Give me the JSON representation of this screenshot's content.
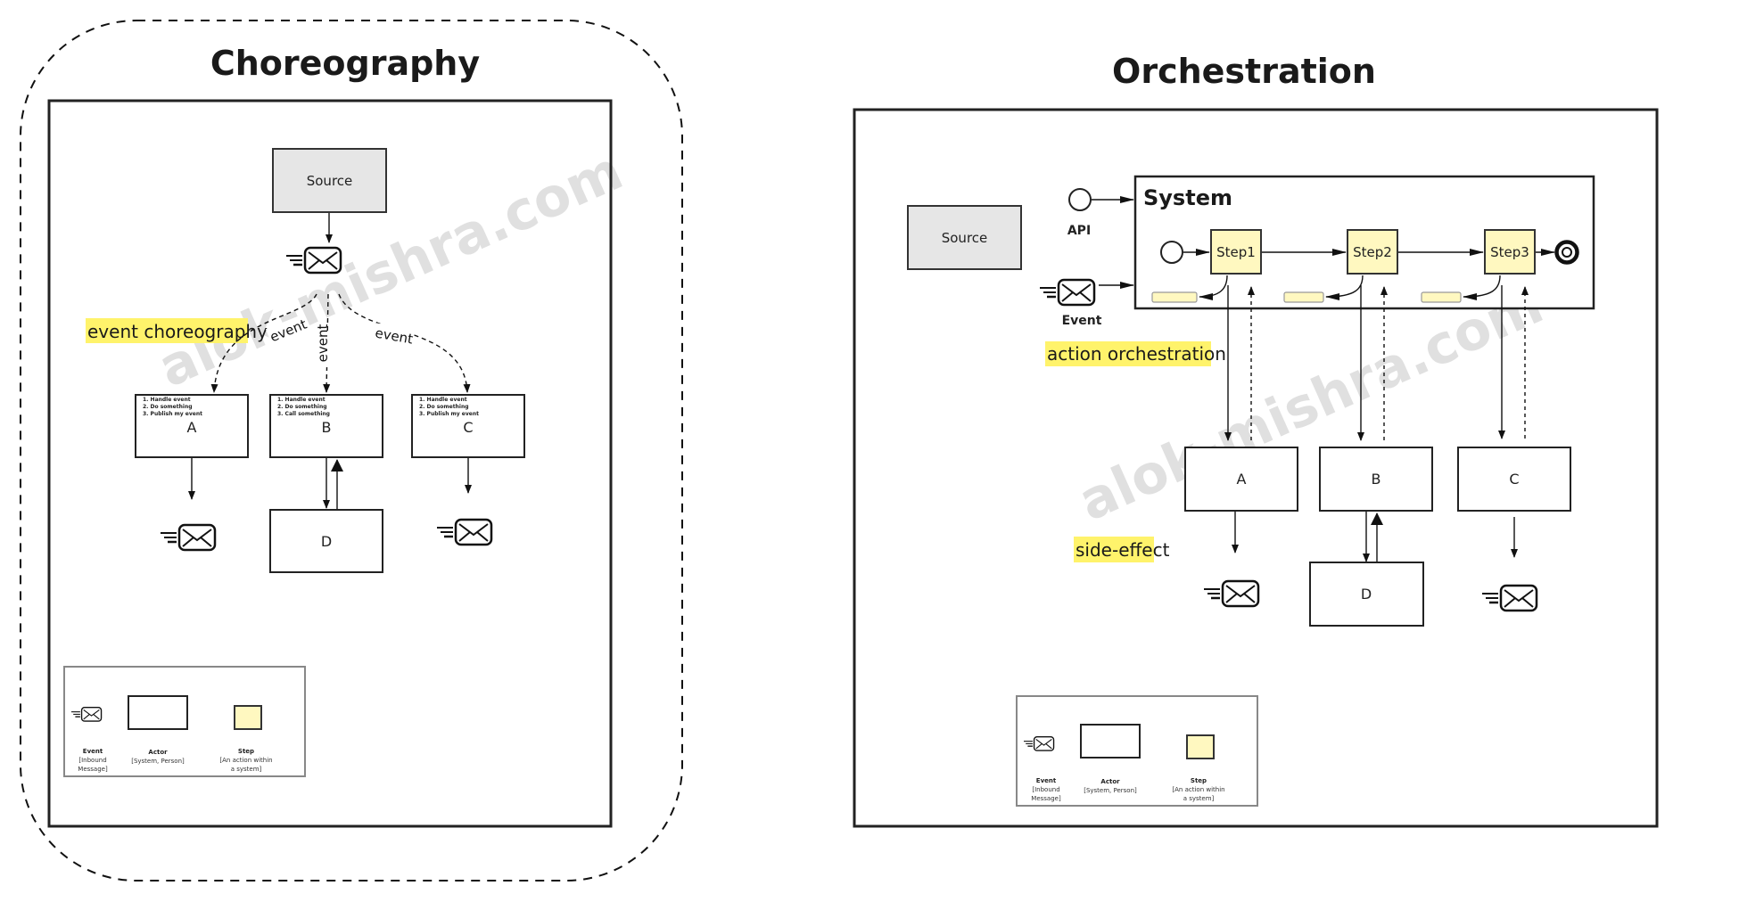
{
  "watermark": "alok-mishra.com",
  "choreography": {
    "title": "Choreography",
    "source_label": "Source",
    "highlight_label": "event choreography",
    "edge_labels": [
      "event",
      "event",
      "event"
    ],
    "actors": [
      {
        "name": "A",
        "tasks": [
          "1. Handle event",
          "2. Do something",
          "3. Publish my event"
        ]
      },
      {
        "name": "B",
        "tasks": [
          "1. Handle event",
          "2. Do something",
          "3. Call something"
        ]
      },
      {
        "name": "C",
        "tasks": [
          "1. Handle event",
          "2. Do something",
          "3. Publish my event"
        ]
      },
      {
        "name": "D",
        "tasks": []
      }
    ],
    "legend": {
      "event": {
        "title": "Event",
        "desc_line1": "[Inbound",
        "desc_line2": "Message]"
      },
      "actor": {
        "title": "Actor",
        "desc_line1": "[System, Person]"
      },
      "step": {
        "title": "Step",
        "desc_line1": "[An action within",
        "desc_line2": "a system]"
      }
    }
  },
  "orchestration": {
    "title": "Orchestration",
    "source_label": "Source",
    "api_label": "API",
    "event_label": "Event",
    "system_title": "System",
    "steps": [
      "Step1",
      "Step2",
      "Step3"
    ],
    "highlight_action": "action orchestration",
    "highlight_side_effect": "side-effect",
    "actors": [
      "A",
      "B",
      "C",
      "D"
    ],
    "legend": {
      "event": {
        "title": "Event",
        "desc_line1": "[Inbound",
        "desc_line2": "Message]"
      },
      "actor": {
        "title": "Actor",
        "desc_line1": "[System, Person]"
      },
      "step": {
        "title": "Step",
        "desc_line1": "[An action within",
        "desc_line2": "a system]"
      }
    }
  },
  "colors": {
    "source_fill": "#e6e6e6",
    "step_fill": "#fff8c0",
    "highlight": "#fff36b",
    "stroke": "#222222"
  }
}
